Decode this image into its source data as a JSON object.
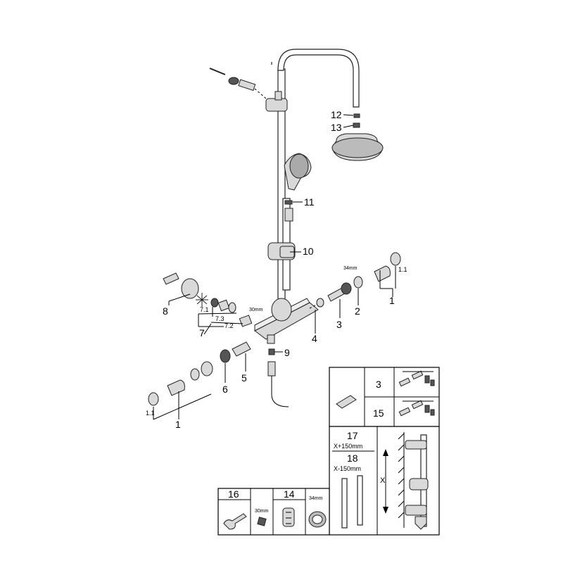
{
  "callouts": {
    "c12": "12",
    "c13": "13",
    "c11": "11",
    "c10": "10",
    "c34mm_top": "34mm",
    "c1_1_top": "1.1",
    "c1_top": "1",
    "c2": "2",
    "c3": "3",
    "c4": "4",
    "c8": "8",
    "c7_1": "7.1",
    "c7_3": "7.3",
    "c7": "7",
    "c7_2": "7.2",
    "c30mm_top": "30mm",
    "c9": "9",
    "c6": "6",
    "c5": "5",
    "c1_1_bottom": "1.1",
    "c1_bottom": "1"
  },
  "kit_panel": {
    "row_3": "3",
    "row_15": "15"
  },
  "rail_panel": {
    "n17": "17",
    "x_plus": "X+150mm",
    "n18": "18",
    "x_minus": "X-150mm",
    "x_dim": "X"
  },
  "tools_panel": {
    "n16": "16",
    "mm30": "30mm",
    "n14": "14",
    "mm34": "34mm"
  }
}
